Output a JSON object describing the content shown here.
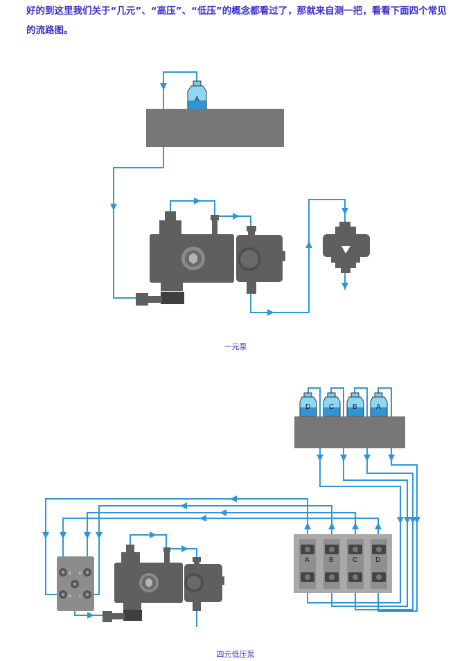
{
  "intro_text": "好的到这里我们关于“几元”、“高压”、“低压”的概念都看过了，那就来自测一把，看看下面四个常见的流路图。",
  "figure1": {
    "caption": "一元泵",
    "bottle_label": "A"
  },
  "figure2": {
    "caption": "四元低压泵",
    "bottle_labels": [
      "D",
      "C",
      "B",
      "A"
    ],
    "valve_labels": [
      "A",
      "B",
      "C",
      "D"
    ],
    "mixer_ports": [
      "A",
      "D",
      "B",
      "C"
    ]
  },
  "colors": {
    "pipe": "#2f96d6",
    "text": "#3a2fd0",
    "bottle_fill": "#2f96d6",
    "block": "#777777"
  }
}
